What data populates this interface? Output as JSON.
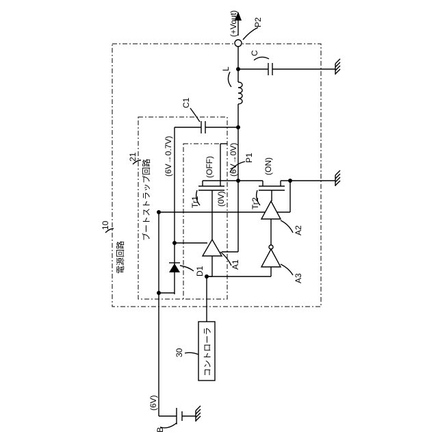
{
  "labels": {
    "vout": "(+Vout)",
    "p2": "P2",
    "p1": "P1",
    "c": "C",
    "c1": "C1",
    "l": "L",
    "tr1": "Tr1",
    "tr2": "Tr2",
    "tr1_state": "(OFF)",
    "tr2_state": "(ON)",
    "tr1_gate_v": "(0V)",
    "p1_v": "(6V→0V)",
    "boost_v": "(6V→0.7V)",
    "a1": "A1",
    "a2": "A2",
    "a3": "A3",
    "d1": "D1",
    "battery_v": "(6V)",
    "b": "B",
    "ref_21": "21",
    "ref_10": "10",
    "ref_30": "30",
    "bootstrap": "ブートストラップ回路",
    "power_circuit": "電源回路",
    "controller": "コントローラ"
  }
}
